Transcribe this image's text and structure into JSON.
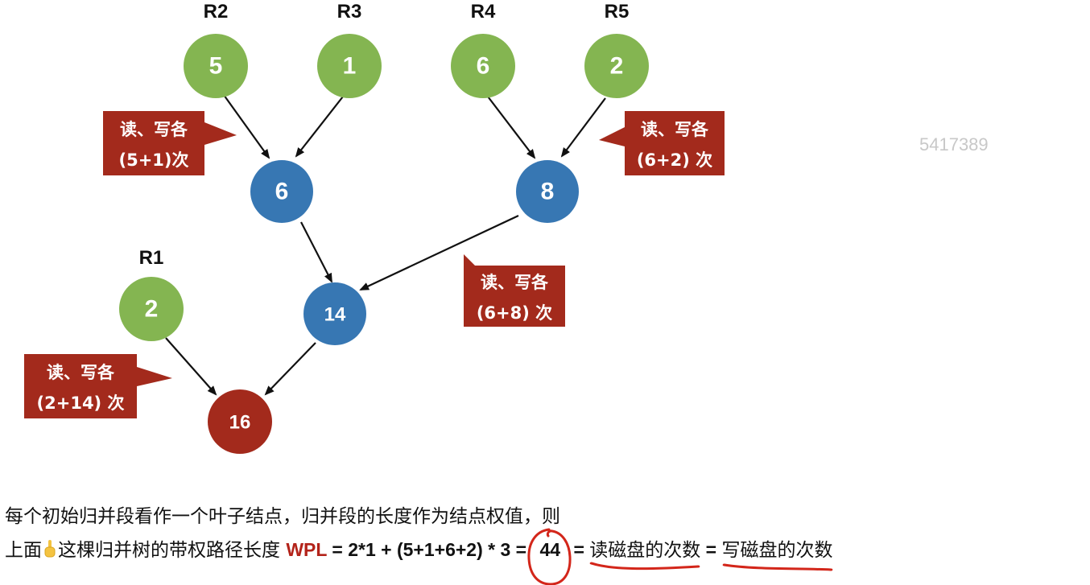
{
  "watermark": "5417389",
  "runs": {
    "r1": "R1",
    "r2": "R2",
    "r3": "R3",
    "r4": "R4",
    "r5": "R5"
  },
  "nodes": {
    "r2": "5",
    "r3": "1",
    "r4": "6",
    "r5": "2",
    "r1": "2",
    "m1": "6",
    "m2": "8",
    "m3": "14",
    "root": "16"
  },
  "callouts": {
    "c1": {
      "line1": "读、写各",
      "line2": "(5+1)次"
    },
    "c2": {
      "line1": "读、写各",
      "line2": "(6+2) 次"
    },
    "c3": {
      "line1": "读、写各",
      "line2": "(6+8) 次"
    },
    "c4": {
      "line1": "读、写各",
      "line2": "(2+14) 次"
    }
  },
  "caption": {
    "line1": "每个初始归并段看作一个叶子结点，归并段的长度作为结点权值，则",
    "line2_prefix": "上面",
    "line2_mid": "这棵归并树的带权路径长度",
    "wpl": "WPL",
    "eq1": " =  ",
    "formula": "2*1 + (5+1+6+2) * 3 = ",
    "result": "44",
    "eq2": " = ",
    "read": "读磁盘的次数",
    "eq3": " = ",
    "write": "写磁盘的次数"
  },
  "colors": {
    "leaf": "#84b551",
    "merge": "#3777b3",
    "root": "#a32a1c",
    "callout": "#a32a1c",
    "wpl": "#b3231a",
    "ink": "#111111"
  }
}
